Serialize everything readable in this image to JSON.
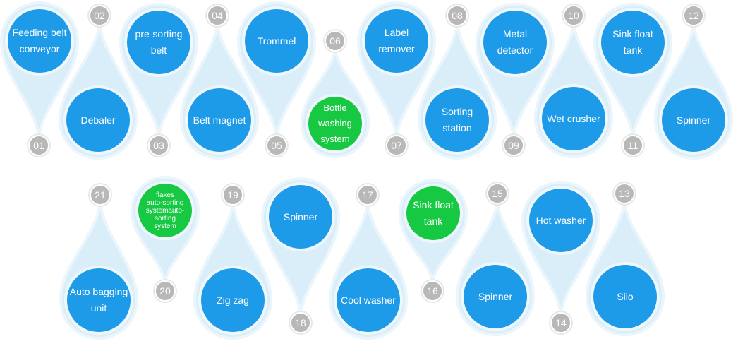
{
  "colors": {
    "drop_fill": "#d9eef9",
    "drop_outline": "#eaf5fc",
    "circle_blue": "#1e9be8",
    "circle_green": "#17c942",
    "badge_grey": "#b8b8b8",
    "badge_ring": "#e8e8e8"
  },
  "steps": [
    {
      "num": "01",
      "label": "Feeding belt\nconveyor",
      "color": "blue"
    },
    {
      "num": "02",
      "label": "Debaler",
      "color": "blue"
    },
    {
      "num": "03",
      "label": "pre-sorting\nbelt",
      "color": "blue"
    },
    {
      "num": "04",
      "label": "Belt magnet",
      "color": "blue"
    },
    {
      "num": "05",
      "label": "Trommel",
      "color": "blue"
    },
    {
      "num": "06",
      "label": "Bottle\nwashing\nsystem",
      "color": "green"
    },
    {
      "num": "07",
      "label": "Label\nremover",
      "color": "blue"
    },
    {
      "num": "08",
      "label": "Sorting\nstation",
      "color": "blue"
    },
    {
      "num": "09",
      "label": "Metal\ndetector",
      "color": "blue"
    },
    {
      "num": "10",
      "label": "Wet crusher",
      "color": "blue"
    },
    {
      "num": "11",
      "label": "Sink float\ntank",
      "color": "blue"
    },
    {
      "num": "12",
      "label": "Spinner",
      "color": "blue"
    },
    {
      "num": "13",
      "label": "Silo",
      "color": "blue"
    },
    {
      "num": "14",
      "label": "Hot washer",
      "color": "blue"
    },
    {
      "num": "15",
      "label": "Spinner",
      "color": "blue"
    },
    {
      "num": "16",
      "label": "Sink float\ntank",
      "color": "green"
    },
    {
      "num": "17",
      "label": "Cool washer",
      "color": "blue"
    },
    {
      "num": "18",
      "label": "Spinner",
      "color": "blue"
    },
    {
      "num": "19",
      "label": "Zig zag",
      "color": "blue"
    },
    {
      "num": "20",
      "label": "flakes\nauto-sorting\nsystemauto-\nsorting\nsystem",
      "color": "green"
    },
    {
      "num": "21",
      "label": "Auto bagging\nunit",
      "color": "blue"
    }
  ]
}
